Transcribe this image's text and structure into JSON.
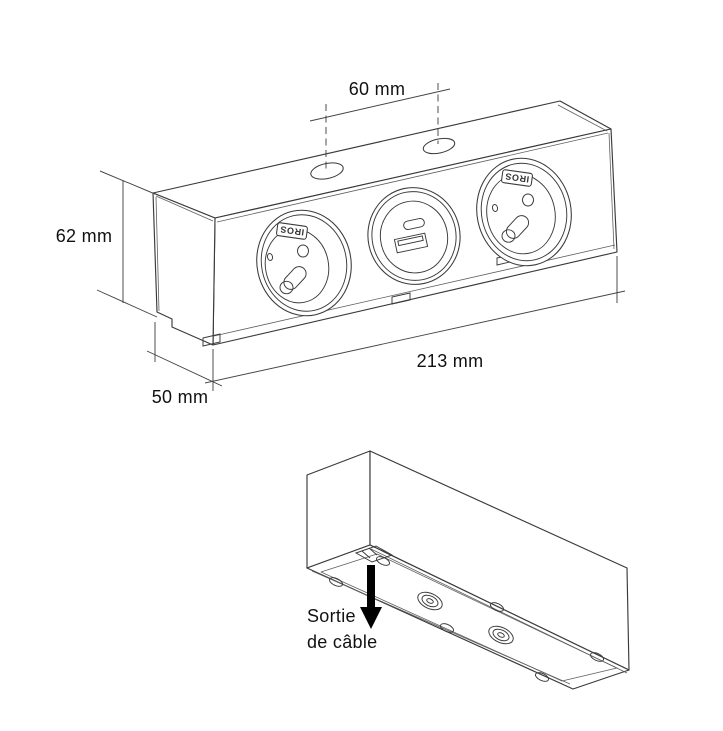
{
  "colors": {
    "background": "#ffffff",
    "line": "#3a3a3a",
    "line_light": "#5f5f5f",
    "dim_line": "#454545",
    "text": "#111111",
    "arrow": "#000000"
  },
  "main_view": {
    "dim_hole_spacing": "60 mm",
    "dim_height": "62 mm",
    "dim_length": "213 mm",
    "dim_depth": "50 mm",
    "socket_left_brand": "IROS",
    "socket_right_brand": "IROS"
  },
  "bottom_view": {
    "cable_exit_line1": "Sortie",
    "cable_exit_line2": "de câble"
  }
}
